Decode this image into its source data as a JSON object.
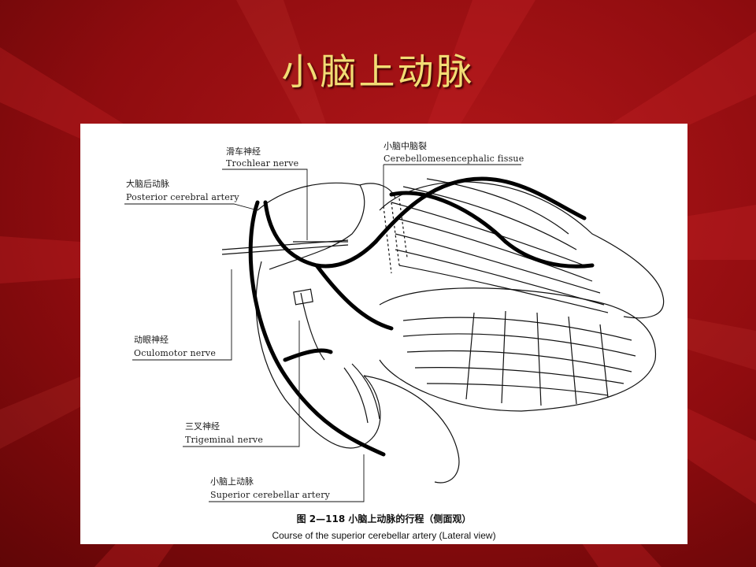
{
  "slide": {
    "title": "小脑上动脉",
    "colors": {
      "background": "#8c0a0c",
      "title": "#f2dc74",
      "panel": "#ffffff"
    }
  },
  "figure": {
    "labels": {
      "trochlear_cn": "滑车神经",
      "trochlear_en": "Trochlear nerve",
      "fissure_cn": "小脑中脑裂",
      "fissure_en": "Cerebellomesencephalic fissue",
      "pca_cn": "大脑后动脉",
      "pca_en": "Posterior cerebral artery",
      "oculomotor_cn": "动眼神经",
      "oculomotor_en": "Oculomotor nerve",
      "trigeminal_cn": "三叉神经",
      "trigeminal_en": "Trigeminal nerve",
      "sca_cn": "小脑上动脉",
      "sca_en": "Superior cerebellar artery"
    },
    "caption_cn": "图 2—118   小脑上动脉的行程（侧面观）",
    "caption_en": "Course of the superior cerebellar artery (Lateral view)"
  }
}
